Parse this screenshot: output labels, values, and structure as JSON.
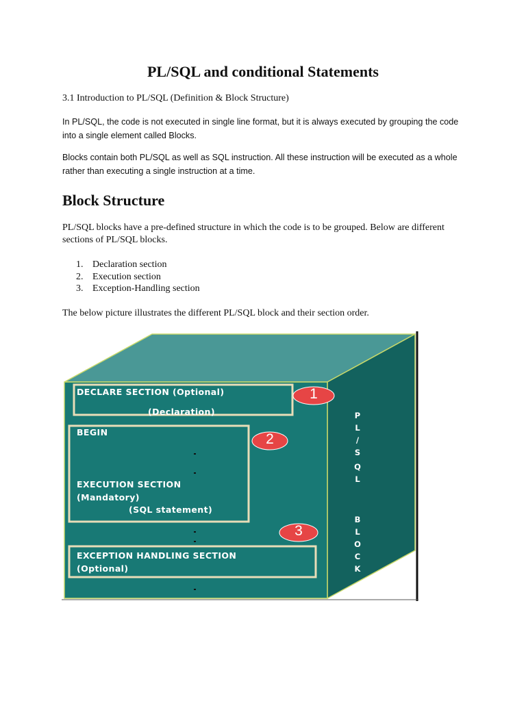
{
  "title": "PL/SQL and conditional Statements",
  "subheading": "3.1 Introduction to PL/SQL (Definition & Block Structure)",
  "intro_paragraphs": [
    "In PL/SQL, the code is not executed in single line format, but it is always executed by grouping the code into a single element called Blocks.",
    "Blocks contain both PL/SQL as well as SQL instruction. All these instruction will be executed as a whole rather than executing a single instruction at a time."
  ],
  "section_heading": "Block Structure",
  "section_paragraph": "PL/SQL blocks have a pre-defined structure in which the code is to be grouped. Below are different sections of PL/SQL blocks.",
  "sections_list": [
    {
      "num": "1.",
      "label": "Declaration section"
    },
    {
      "num": "2.",
      "label": "Execution section"
    },
    {
      "num": "3.",
      "label": "Exception-Handling section"
    }
  ],
  "figure_caption": "The below picture illustrates the different PL/SQL block and their section order.",
  "diagram": {
    "declare_line1": "DECLARE SECTION (Optional)",
    "declare_line2": "(Declaration)",
    "begin_label": "BEGIN",
    "execution_line1": "EXECUTION SECTION",
    "execution_line2": "(Mandatory)",
    "execution_line3": "(SQL statement)",
    "exception_line1": "EXCEPTION HANDLING SECTION",
    "exception_line2": "(Optional)",
    "badges": [
      "1",
      "2",
      "3"
    ],
    "side_letters": [
      "P",
      "L",
      "/",
      "S",
      "Q",
      "L",
      "B",
      "L",
      "O",
      "C",
      "K"
    ],
    "colors": {
      "front_face": "#187975",
      "top_face": "#4a9896",
      "side_face": "#13625e",
      "box_border": "#e8ddb8",
      "badge": "#e64545"
    }
  }
}
